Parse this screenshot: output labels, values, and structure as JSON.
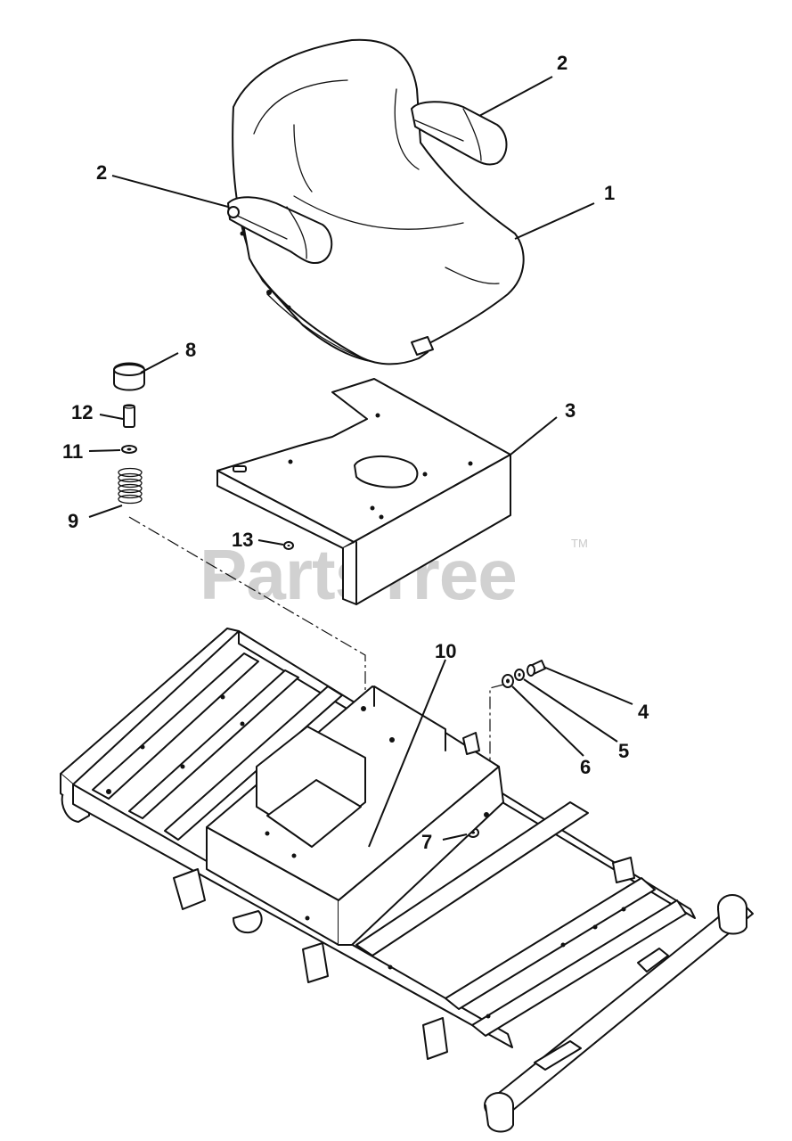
{
  "watermark": {
    "brand": "PartsTree",
    "trademark": "TM"
  },
  "callouts": [
    {
      "id": "c-2a",
      "label": "2"
    },
    {
      "id": "c-2b",
      "label": "2"
    },
    {
      "id": "c-1",
      "label": "1"
    },
    {
      "id": "c-8",
      "label": "8"
    },
    {
      "id": "c-3",
      "label": "3"
    },
    {
      "id": "c-12",
      "label": "12"
    },
    {
      "id": "c-11",
      "label": "11"
    },
    {
      "id": "c-9",
      "label": "9"
    },
    {
      "id": "c-13",
      "label": "13"
    },
    {
      "id": "c-10",
      "label": "10"
    },
    {
      "id": "c-4",
      "label": "4"
    },
    {
      "id": "c-5",
      "label": "5"
    },
    {
      "id": "c-6",
      "label": "6"
    },
    {
      "id": "c-7",
      "label": "7"
    }
  ]
}
